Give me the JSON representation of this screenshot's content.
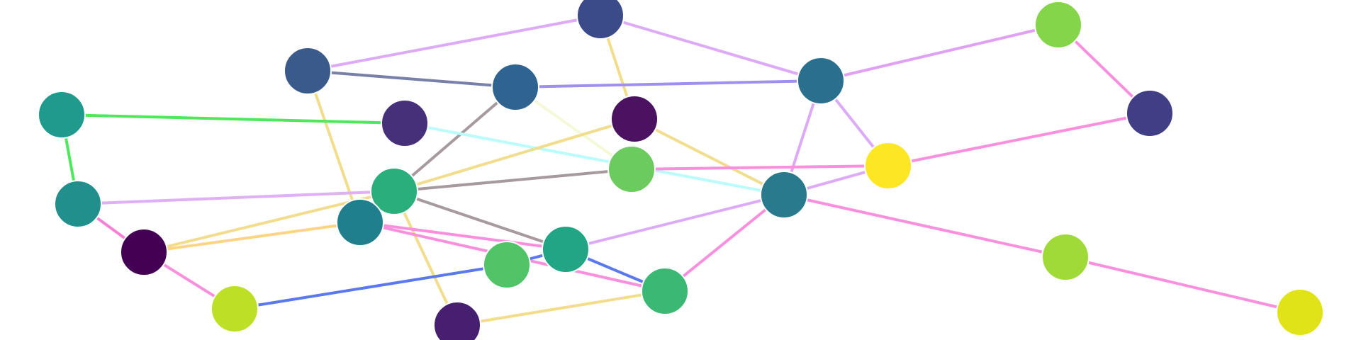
{
  "graph": {
    "nodes": [
      {
        "id": "n1",
        "color": "#3b4b8a"
      },
      {
        "id": "n2",
        "color": "#84d54a"
      },
      {
        "id": "n3",
        "color": "#3a5a8c"
      },
      {
        "id": "n4",
        "color": "#2f6490"
      },
      {
        "id": "n5",
        "color": "#2b6f8f"
      },
      {
        "id": "n6",
        "color": "#403e85"
      },
      {
        "id": "n7",
        "color": "#1f9a8c"
      },
      {
        "id": "n8",
        "color": "#46307a"
      },
      {
        "id": "n9",
        "color": "#4a1260"
      },
      {
        "id": "n10",
        "color": "#6ccb5e"
      },
      {
        "id": "n11",
        "color": "#fde725"
      },
      {
        "id": "n12",
        "color": "#21908c"
      },
      {
        "id": "n13",
        "color": "#2aae7c"
      },
      {
        "id": "n14",
        "color": "#287a8c"
      },
      {
        "id": "n15",
        "color": "#207f8c"
      },
      {
        "id": "n16",
        "color": "#440154"
      },
      {
        "id": "n17",
        "color": "#22a585"
      },
      {
        "id": "n18",
        "color": "#51c468"
      },
      {
        "id": "n19",
        "color": "#a0da39"
      },
      {
        "id": "n20",
        "color": "#3bb874"
      },
      {
        "id": "n21",
        "color": "#bddf26"
      },
      {
        "id": "n22",
        "color": "#471f70"
      },
      {
        "id": "n23",
        "color": "#dfe318"
      }
    ],
    "edges": [
      {
        "from": "n3",
        "to": "n1",
        "color": "#dcaaf7"
      },
      {
        "from": "n1",
        "to": "n5",
        "color": "#dcaaf7"
      },
      {
        "from": "n1",
        "to": "n9",
        "color": "#f2dd8c"
      },
      {
        "from": "n5",
        "to": "n2",
        "color": "#e0a0f3"
      },
      {
        "from": "n2",
        "to": "n6",
        "color": "#fa8fdd"
      },
      {
        "from": "n3",
        "to": "n4",
        "color": "#7880a9"
      },
      {
        "from": "n4",
        "to": "n5",
        "color": "#9f8ff0"
      },
      {
        "from": "n3",
        "to": "n15",
        "color": "#f2dd8c"
      },
      {
        "from": "n4",
        "to": "n13",
        "color": "#a79a9e"
      },
      {
        "from": "n4",
        "to": "n10",
        "color": "#f6f9d8"
      },
      {
        "from": "n5",
        "to": "n14",
        "color": "#dcaaf7"
      },
      {
        "from": "n5",
        "to": "n11",
        "color": "#dcaaf7"
      },
      {
        "from": "n7",
        "to": "n8",
        "color": "#4ee85c"
      },
      {
        "from": "n7",
        "to": "n12",
        "color": "#4ee85c"
      },
      {
        "from": "n8",
        "to": "n14",
        "color": "#bafcfb"
      },
      {
        "from": "n9",
        "to": "n14",
        "color": "#f2dd8c"
      },
      {
        "from": "n9",
        "to": "n13",
        "color": "#f2dd8c"
      },
      {
        "from": "n12",
        "to": "n13",
        "color": "#e0b0f5"
      },
      {
        "from": "n12",
        "to": "n16",
        "color": "#f77fd6"
      },
      {
        "from": "n13",
        "to": "n10",
        "color": "#a79a9e"
      },
      {
        "from": "n10",
        "to": "n11",
        "color": "#fa8fdd"
      },
      {
        "from": "n11",
        "to": "n6",
        "color": "#fa8fdd"
      },
      {
        "from": "n14",
        "to": "n11",
        "color": "#dcaaf7"
      },
      {
        "from": "n14",
        "to": "n17",
        "color": "#dcaaf7"
      },
      {
        "from": "n14",
        "to": "n19",
        "color": "#fa8fdd"
      },
      {
        "from": "n14",
        "to": "n20",
        "color": "#fa8fdd"
      },
      {
        "from": "n19",
        "to": "n23",
        "color": "#fa8fdd"
      },
      {
        "from": "n13",
        "to": "n17",
        "color": "#a79a9e"
      },
      {
        "from": "n13",
        "to": "n16",
        "color": "#f2dd8c"
      },
      {
        "from": "n13",
        "to": "n22",
        "color": "#f2dd8c"
      },
      {
        "from": "n15",
        "to": "n16",
        "color": "#fcd484"
      },
      {
        "from": "n15",
        "to": "n17",
        "color": "#fa8fdd"
      },
      {
        "from": "n15",
        "to": "n20",
        "color": "#fa8fdd"
      },
      {
        "from": "n16",
        "to": "n21",
        "color": "#fa8fdd"
      },
      {
        "from": "n17",
        "to": "n20",
        "color": "#5a78ef"
      },
      {
        "from": "n18",
        "to": "n21",
        "color": "#5a78ef"
      },
      {
        "from": "n18",
        "to": "n17",
        "color": "#5a78ef"
      },
      {
        "from": "n22",
        "to": "n20",
        "color": "#f2dd8c"
      }
    ]
  }
}
